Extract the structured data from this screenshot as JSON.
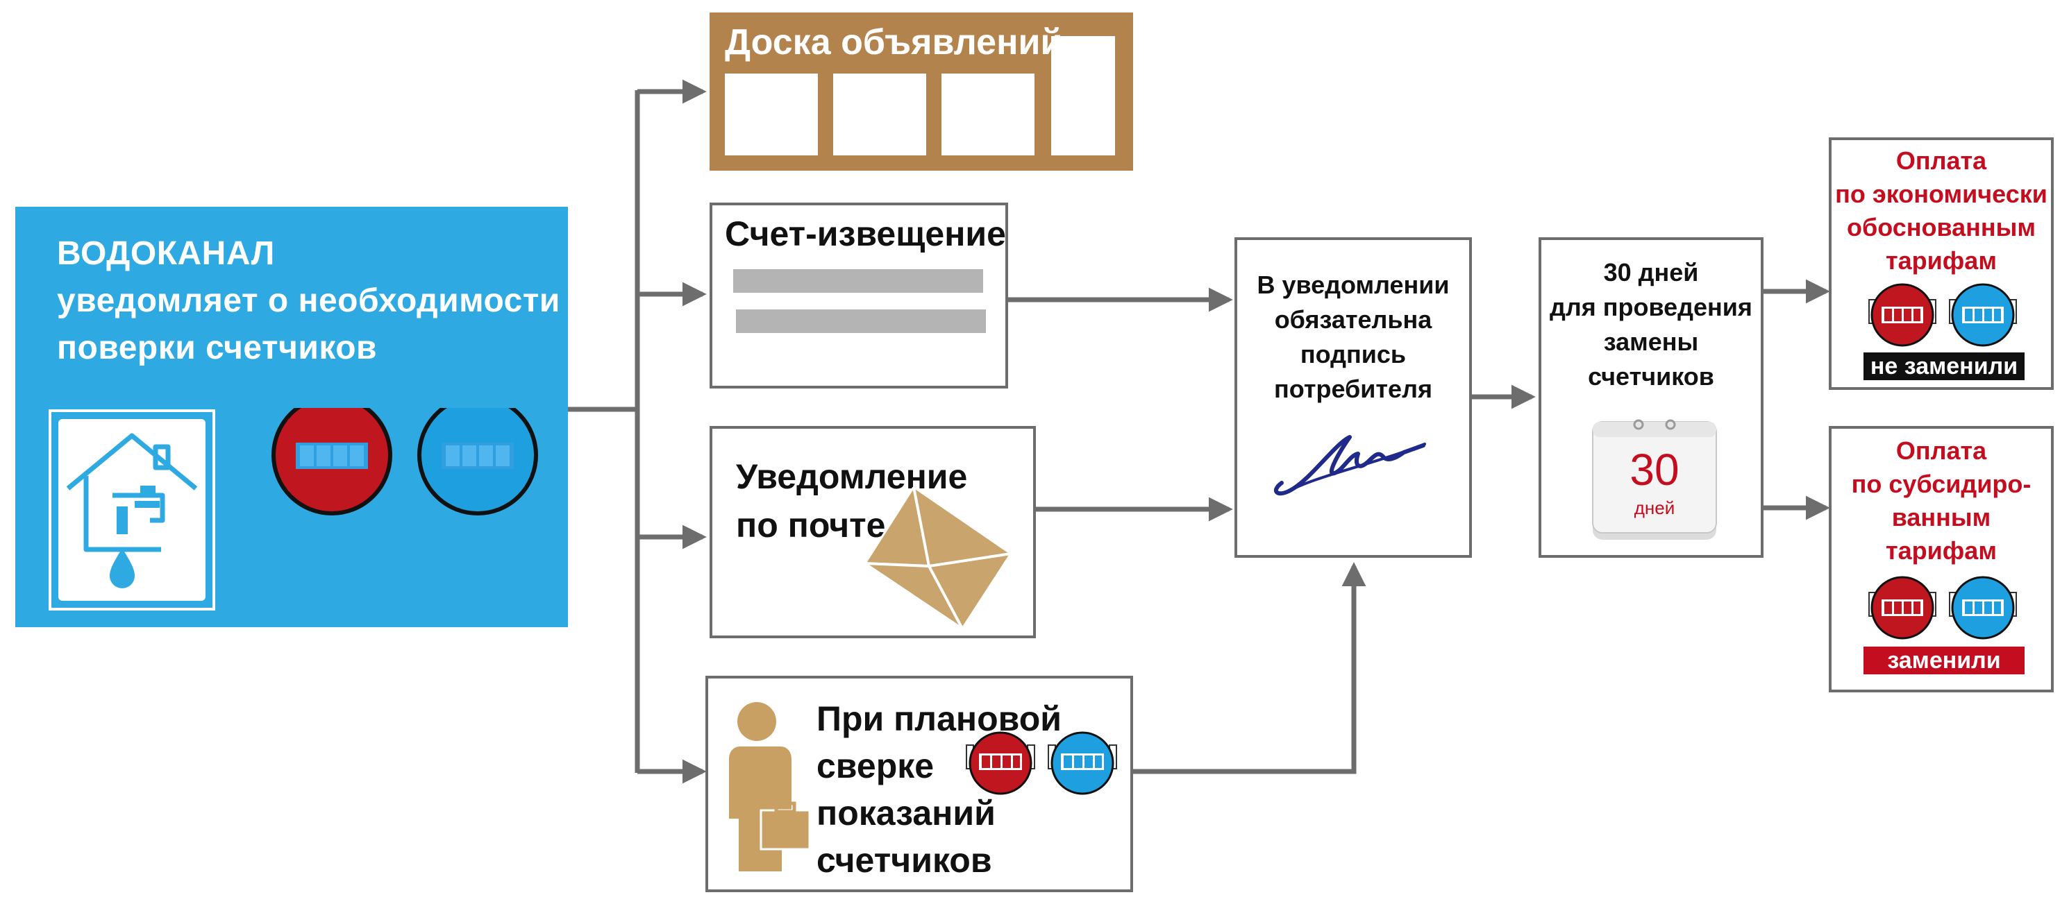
{
  "vodokanal": {
    "title_lines": [
      "ВОДОКАНАЛ",
      "уведомляет о необходимости",
      "поверки счетчиков"
    ]
  },
  "board": {
    "title": "Доска объявлений"
  },
  "bill": {
    "title": "Счет-извещение"
  },
  "mail": {
    "title_lines": [
      "Уведомление",
      "по почте"
    ]
  },
  "reading": {
    "title_lines": [
      "При плановой",
      "сверке",
      "показаний",
      "счетчиков"
    ]
  },
  "signature_box": {
    "lines": [
      "В уведомлении",
      "обязательна",
      "подпись",
      "потребителя"
    ]
  },
  "days_box": {
    "lines": [
      "30 дней",
      "для проведения",
      "замены",
      "счетчиков"
    ],
    "calendar_number": "30",
    "calendar_unit": "дней"
  },
  "outcome_economic": {
    "lines": [
      "Оплата",
      "по экономически",
      "обоснованным",
      "тарифам"
    ],
    "badge": "не заменили"
  },
  "outcome_subsidized": {
    "lines": [
      "Оплата",
      "по субсидиро-",
      "ванным",
      "тарифам"
    ],
    "badge": "заменили"
  },
  "colors": {
    "water_blue": "#2ea9e1",
    "meter_red": "#c0161f",
    "meter_blue": "#1e9fe0",
    "accent_red": "#c40d1f",
    "board_brown": "#b3834e",
    "envelope_tan": "#c9a46c",
    "person_tan": "#c8a063",
    "arrow_grey": "#6d6d6d"
  },
  "icons": [
    "house-tap-icon",
    "hot-water-meter-icon",
    "cold-water-meter-icon",
    "envelope-icon",
    "person-with-briefcase-icon",
    "signature-icon",
    "calendar-icon"
  ]
}
